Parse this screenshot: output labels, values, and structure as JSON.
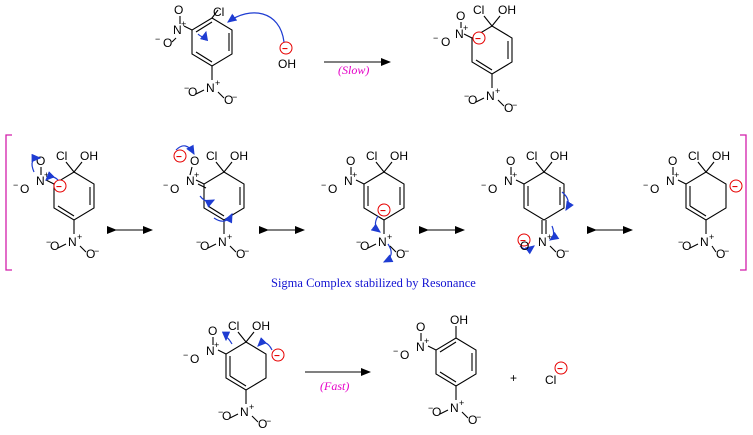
{
  "labels": {
    "cl": "Cl",
    "oh": "OH",
    "o": "O",
    "n": "N",
    "plus": "+",
    "minus_sign": "−",
    "o_minus": "O",
    "hydroxide": "OH",
    "chloride": "Cl"
  },
  "conditions": {
    "slow": "(Slow)",
    "fast": "(Fast)"
  },
  "caption": "Sigma Complex stabilized by Resonance",
  "plus_sign": "+",
  "colors": {
    "curly_arrow": "#1e3cd2",
    "charge": "#e60000",
    "condition_text": "#e600c8",
    "caption_text": "#1414d2",
    "bracket": "#d21eaa"
  }
}
